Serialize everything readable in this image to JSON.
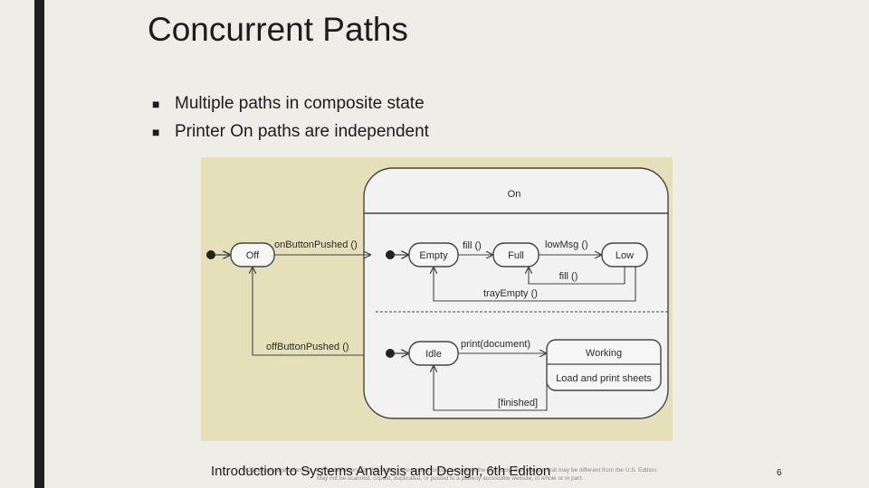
{
  "slide": {
    "title": "Concurrent Paths",
    "bullet_marker": "■",
    "bullets": [
      "Multiple paths in composite state",
      "Printer On paths are independent"
    ],
    "page_number": "6"
  },
  "diagram": {
    "composite_state": "On",
    "states": {
      "off": "Off",
      "empty": "Empty",
      "full": "Full",
      "low": "Low",
      "idle": "Idle",
      "working": "Working",
      "working_activity": "Load and print sheets"
    },
    "transitions": {
      "on_button_pushed": "onButtonPushed ()",
      "off_button_pushed": "offButtonPushed ()",
      "fill_empty_full": "fill ()",
      "low_msg": "lowMsg ()",
      "fill_low_full": "fill ()",
      "tray_empty": "trayEmpty ()",
      "print_document": "print(document)",
      "finished": "[finished]"
    }
  },
  "footer": {
    "copyright_line1": "© 2012 Cengage Learning. All Rights Reserved. This edition is intended for use outside of the U.S. only, with content that may be different from the U.S. Edition.",
    "copyright_line2": "May not be scanned, copied, duplicated, or posted to a publicly accessible website, in whole or in part.",
    "book_title": "Introduction to Systems Analysis and Design, 6th Edition"
  },
  "colors": {
    "background": "#efede8",
    "left_bar": "#1e1e1e",
    "figure_background": "#e5e0ba"
  }
}
